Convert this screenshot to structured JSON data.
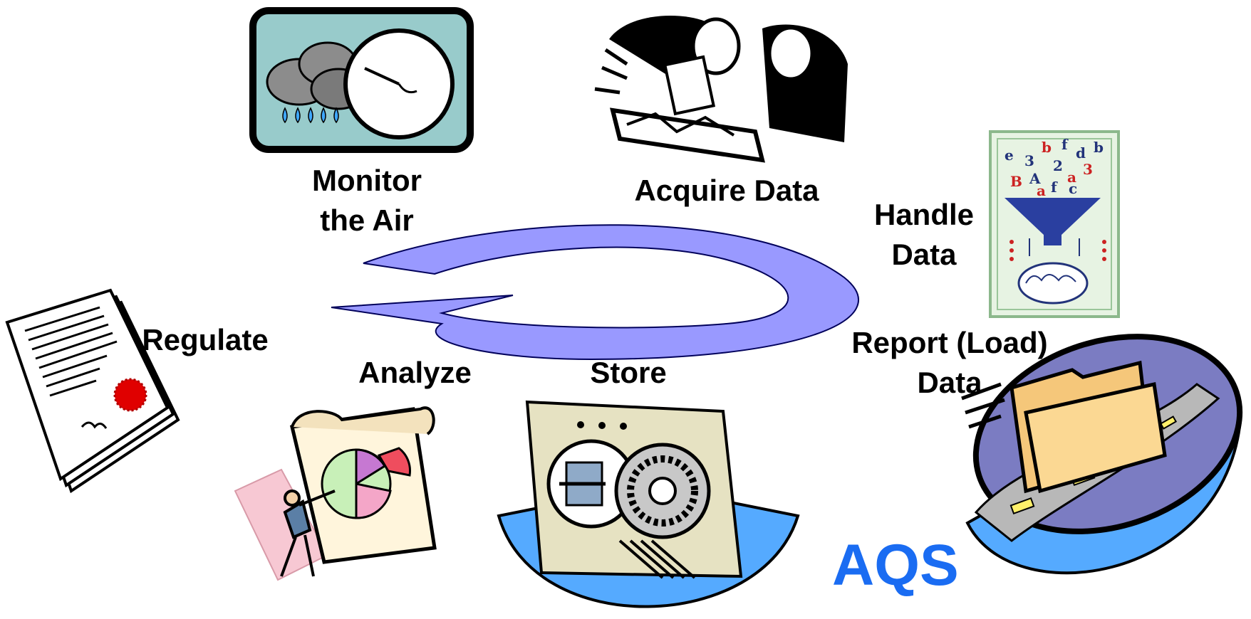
{
  "labels": {
    "monitor_line1": "Monitor",
    "monitor_line2": "the Air",
    "acquire": "Acquire Data",
    "handle_line1": "Handle",
    "handle_line2": "Data",
    "regulate": "Regulate",
    "analyze": "Analyze",
    "store": "Store",
    "report_line1": "Report (Load)",
    "report_line2": "Data"
  },
  "logo_text": "AQS",
  "colors": {
    "cycle_arrow": "#9999ff",
    "aqs_text": "#1a6cf2",
    "water_arc": "#55aaff",
    "label_text": "#000000"
  },
  "icons": {
    "monitor": "weather-gauge-icon",
    "acquire": "people-reviewing-chart-icon",
    "handle": "data-funnel-brain-icon",
    "regulate": "certificate-document-icon",
    "analyze": "presenter-pie-chart-icon",
    "store": "bank-vault-icon",
    "report": "folder-road-icon"
  }
}
